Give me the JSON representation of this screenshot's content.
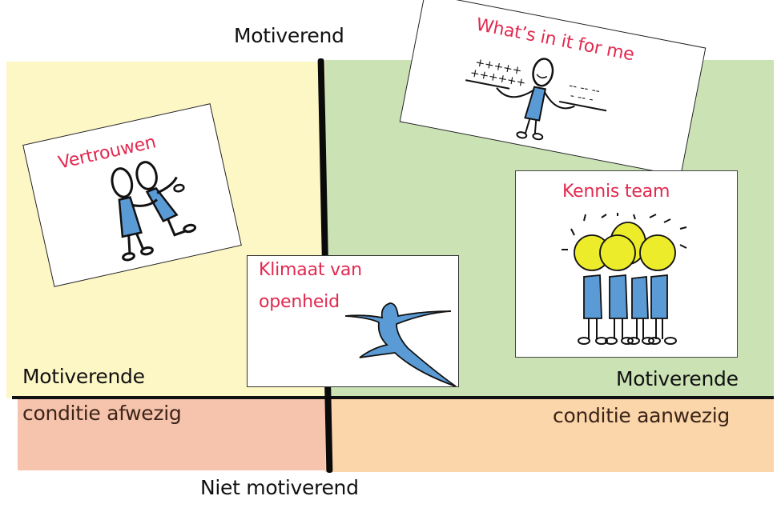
{
  "axes": {
    "y_top_label": "Motiverend",
    "y_bottom_label": "Niet motiverend",
    "x_left_label_line1": "Motiverende",
    "x_left_label_line2": "conditie afwezig",
    "x_right_label_line1": "Motiverende",
    "x_right_label_line2": "conditie aanwezig"
  },
  "quadrants": {
    "top_left_color": "#fdf7c6",
    "top_right_color": "#cbe2b5",
    "bottom_left_color": "#f6c3ac",
    "bottom_right_color": "#fbd6aa"
  },
  "cards": [
    {
      "id": "vertrouwen",
      "title": "Vertrouwen",
      "icon": "two-stick-figures-holding-hands"
    },
    {
      "id": "whats-in-it",
      "title": "What’s in it for me",
      "icon": "stick-figure-weighing-pluses-and-minuses"
    },
    {
      "id": "kennis-team",
      "title": "Kennis team",
      "icon": "lightbulb-head-team"
    },
    {
      "id": "klimaat",
      "title_line1": "Klimaat van",
      "title_line2": "openheid",
      "icon": "leaping-figure"
    }
  ],
  "colors": {
    "card_title": "#e2294f",
    "figure_blue": "#5b9bd5",
    "bulb_yellow": "#ecec2a"
  }
}
